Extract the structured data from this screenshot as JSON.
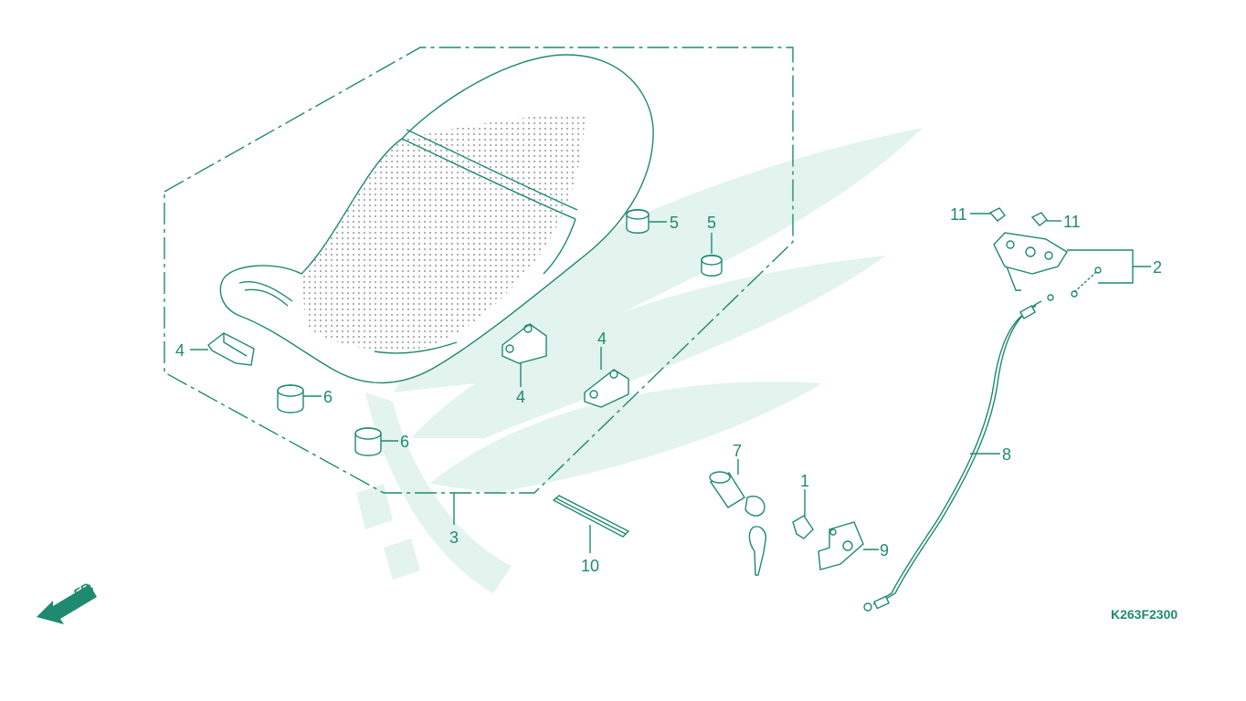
{
  "colors": {
    "line": "#1f8a70",
    "watermark": "#e3f3ee",
    "dots": "#a8a8a8"
  },
  "diagram_code": "K263F2300",
  "front_indicator": "FR.",
  "callouts": [
    {
      "id": "c3",
      "text": "3"
    },
    {
      "id": "c4a",
      "text": "4"
    },
    {
      "id": "c4b",
      "text": "4"
    },
    {
      "id": "c4c",
      "text": "4"
    },
    {
      "id": "c5a",
      "text": "5"
    },
    {
      "id": "c5b",
      "text": "5"
    },
    {
      "id": "c6a",
      "text": "6"
    },
    {
      "id": "c6b",
      "text": "6"
    },
    {
      "id": "c10",
      "text": "10"
    },
    {
      "id": "c7",
      "text": "7"
    },
    {
      "id": "c1",
      "text": "1"
    },
    {
      "id": "c9",
      "text": "9"
    },
    {
      "id": "c8",
      "text": "8"
    },
    {
      "id": "c2",
      "text": "2"
    },
    {
      "id": "c11a",
      "text": "11"
    },
    {
      "id": "c11b",
      "text": "11"
    }
  ]
}
